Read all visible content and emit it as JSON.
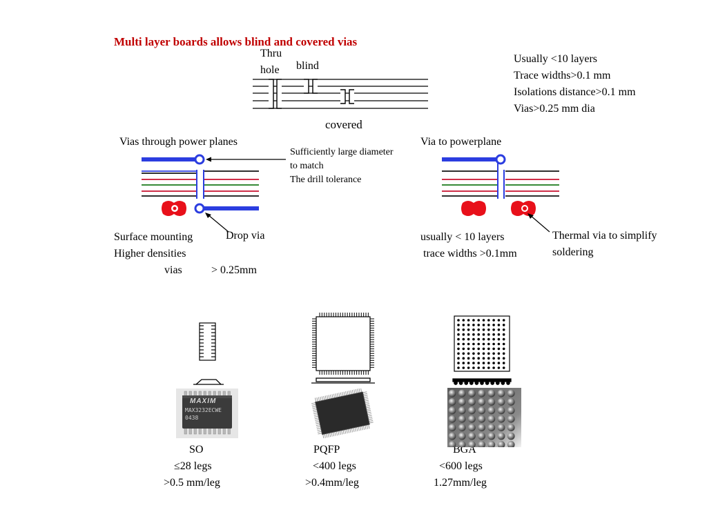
{
  "title": "Multi layer boards allows blind and covered vias",
  "via_labels": {
    "thru_line1": "Thru",
    "thru_line2": "hole",
    "blind": "blind",
    "covered": "covered"
  },
  "specs": [
    "Usually <10 layers",
    "Trace widths>0.1 mm",
    "Isolations distance>0.1 mm",
    "Vias>0.25 mm dia"
  ],
  "left_panel": {
    "heading": "Vias through power planes",
    "drop_via": "Drop via",
    "notes": [
      "Surface mounting",
      "Higher densities",
      "vias",
      "> 0.25mm"
    ]
  },
  "middle_note": [
    "Sufficiently large diameter",
    "to match",
    "The drill tolerance"
  ],
  "right_panel": {
    "heading": "Via to powerplane",
    "notes": [
      "usually < 10 layers",
      "trace widths >0.1mm"
    ],
    "thermal_via": [
      "Thermal via to simplify",
      "soldering"
    ]
  },
  "packages": [
    {
      "name": "SO",
      "legs": "≤28 legs",
      "pitch": ">0.5 mm/leg",
      "chip_text": [
        "MAXIM",
        "MAX3232ECWE",
        "0438"
      ]
    },
    {
      "name": "PQFP",
      "legs": "<400 legs",
      "pitch": ">0.4mm/leg"
    },
    {
      "name": "BGA",
      "legs": "<600 legs",
      "pitch": "1.27mm/leg"
    }
  ],
  "colors": {
    "title": "#c00000",
    "power_plane": "#2b3de0",
    "trace_red": "#c8102e",
    "trace_green": "#1a7a1a",
    "pad": "#e8101a"
  }
}
